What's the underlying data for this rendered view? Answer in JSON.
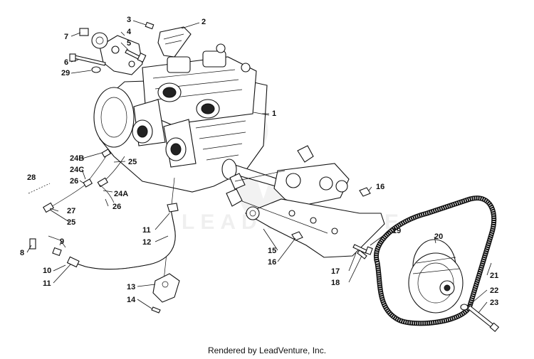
{
  "diagram": {
    "callouts": [
      "1",
      "2",
      "3",
      "4",
      "5",
      "6",
      "7",
      "8",
      "9",
      "10",
      "11",
      "12",
      "13",
      "14",
      "15",
      "16",
      "17",
      "18",
      "19",
      "20",
      "21",
      "22",
      "23",
      "24A",
      "24B",
      "24C",
      "25",
      "26",
      "27",
      "28",
      "29"
    ],
    "watermark": "LEADVENTURE"
  },
  "footer": {
    "text": "Rendered by LeadVenture, Inc."
  }
}
